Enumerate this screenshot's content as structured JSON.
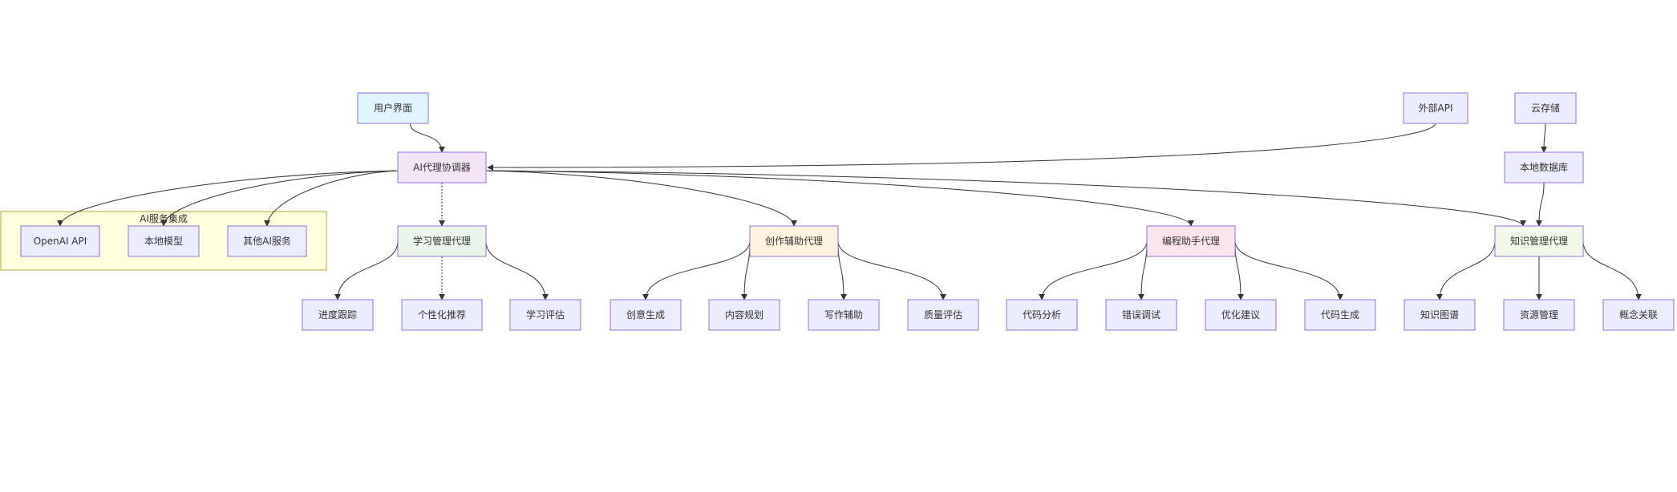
{
  "group": {
    "title": "AI服务集成",
    "fill": "#ffffde",
    "stroke": "#aaaa33"
  },
  "colors": {
    "default_fill": "#ececff",
    "default_stroke": "#9370db",
    "edge": "#333333"
  },
  "nodes": {
    "ui": {
      "label": "用户界面",
      "fill": "#e1f5fe",
      "stroke": "#9370db"
    },
    "coord": {
      "label": "AI代理协调器",
      "fill": "#f3e5f5",
      "stroke": "#9370db"
    },
    "extapi": {
      "label": "外部API"
    },
    "cloud": {
      "label": "云存储"
    },
    "localdb": {
      "label": "本地数据库"
    },
    "openai": {
      "label": "OpenAI API"
    },
    "localm": {
      "label": "本地模型"
    },
    "otherai": {
      "label": "其他AI服务"
    },
    "learn": {
      "label": "学习管理代理",
      "fill": "#e8f5e8",
      "stroke": "#9370db"
    },
    "create": {
      "label": "创作辅助代理",
      "fill": "#fff3e0",
      "stroke": "#9370db"
    },
    "code": {
      "label": "编程助手代理",
      "fill": "#fce4ec",
      "stroke": "#9370db"
    },
    "know": {
      "label": "知识管理代理",
      "fill": "#f1f8e9",
      "stroke": "#9370db"
    },
    "progress": {
      "label": "进度跟踪"
    },
    "recommend": {
      "label": "个性化推荐"
    },
    "assess": {
      "label": "学习评估"
    },
    "idea": {
      "label": "创意生成"
    },
    "plan": {
      "label": "内容规划"
    },
    "write": {
      "label": "写作辅助"
    },
    "quality": {
      "label": "质量评估"
    },
    "analyze": {
      "label": "代码分析"
    },
    "debug": {
      "label": "错误调试"
    },
    "optimize": {
      "label": "优化建议"
    },
    "gencode": {
      "label": "代码生成"
    },
    "graph": {
      "label": "知识图谱"
    },
    "resource": {
      "label": "资源管理"
    },
    "relate": {
      "label": "概念关联"
    }
  },
  "edges": [
    [
      "ui",
      "coord"
    ],
    [
      "extapi",
      "coord"
    ],
    [
      "cloud",
      "localdb"
    ],
    [
      "localdb",
      "know"
    ],
    [
      "coord",
      "openai"
    ],
    [
      "coord",
      "localm"
    ],
    [
      "coord",
      "otherai"
    ],
    [
      "coord",
      "learn"
    ],
    [
      "coord",
      "create"
    ],
    [
      "coord",
      "code"
    ],
    [
      "coord",
      "know"
    ],
    [
      "learn",
      "progress"
    ],
    [
      "learn",
      "recommend"
    ],
    [
      "learn",
      "assess"
    ],
    [
      "create",
      "idea"
    ],
    [
      "create",
      "plan"
    ],
    [
      "create",
      "write"
    ],
    [
      "create",
      "quality"
    ],
    [
      "code",
      "analyze"
    ],
    [
      "code",
      "debug"
    ],
    [
      "code",
      "optimize"
    ],
    [
      "code",
      "gencode"
    ],
    [
      "know",
      "graph"
    ],
    [
      "know",
      "resource"
    ],
    [
      "know",
      "relate"
    ]
  ]
}
